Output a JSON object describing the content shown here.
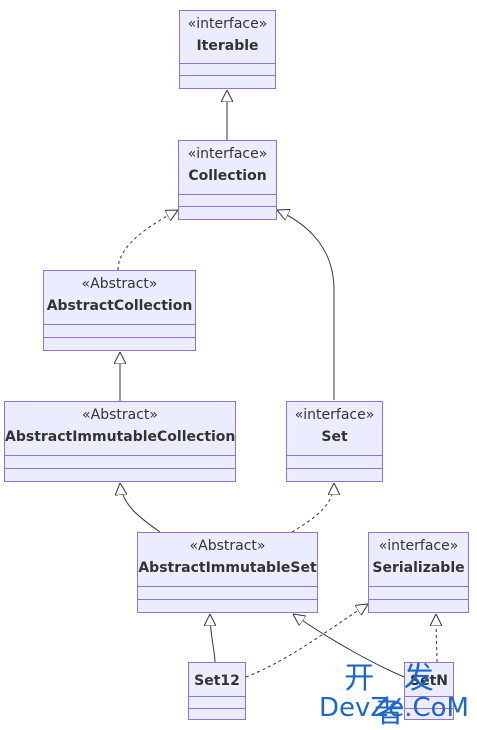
{
  "classes": [
    {
      "id": "iterable",
      "stereotype": "«interface»",
      "name": "Iterable"
    },
    {
      "id": "collection",
      "stereotype": "«interface»",
      "name": "Collection"
    },
    {
      "id": "abstract_collection",
      "stereotype": "«Abstract»",
      "name": "AbstractCollection"
    },
    {
      "id": "abstract_immutable_collection",
      "stereotype": "«Abstract»",
      "name": "AbstractImmutableCollection"
    },
    {
      "id": "set",
      "stereotype": "«interface»",
      "name": "Set"
    },
    {
      "id": "abstract_immutable_set",
      "stereotype": "«Abstract»",
      "name": "AbstractImmutableSet"
    },
    {
      "id": "serializable",
      "stereotype": "«interface»",
      "name": "Serializable"
    },
    {
      "id": "set12",
      "stereotype": "",
      "name": "Set12"
    },
    {
      "id": "setn",
      "stereotype": "",
      "name": "SetN"
    }
  ],
  "relations": [
    {
      "from": "Collection",
      "to": "Iterable",
      "type": "inheritance",
      "line": "solid"
    },
    {
      "from": "AbstractCollection",
      "to": "Collection",
      "type": "realization",
      "line": "dashed"
    },
    {
      "from": "Set",
      "to": "Collection",
      "type": "inheritance",
      "line": "solid"
    },
    {
      "from": "AbstractImmutableCollection",
      "to": "AbstractCollection",
      "type": "inheritance",
      "line": "solid"
    },
    {
      "from": "AbstractImmutableSet",
      "to": "AbstractImmutableCollection",
      "type": "inheritance",
      "line": "solid"
    },
    {
      "from": "AbstractImmutableSet",
      "to": "Set",
      "type": "realization",
      "line": "dashed"
    },
    {
      "from": "Set12",
      "to": "AbstractImmutableSet",
      "type": "inheritance",
      "line": "solid"
    },
    {
      "from": "Set12",
      "to": "Serializable",
      "type": "realization",
      "line": "dashed"
    },
    {
      "from": "SetN",
      "to": "AbstractImmutableSet",
      "type": "inheritance",
      "line": "solid"
    },
    {
      "from": "SetN",
      "to": "Serializable",
      "type": "realization",
      "line": "dashed"
    }
  ],
  "colors": {
    "box_fill": "#ECECFF",
    "box_border": "#9370DB",
    "edge": "#333333",
    "text": "#333333",
    "watermark": "#1e66c8"
  },
  "watermark": {
    "line1": "开 发 者",
    "line2": "DevZe.CoM"
  }
}
